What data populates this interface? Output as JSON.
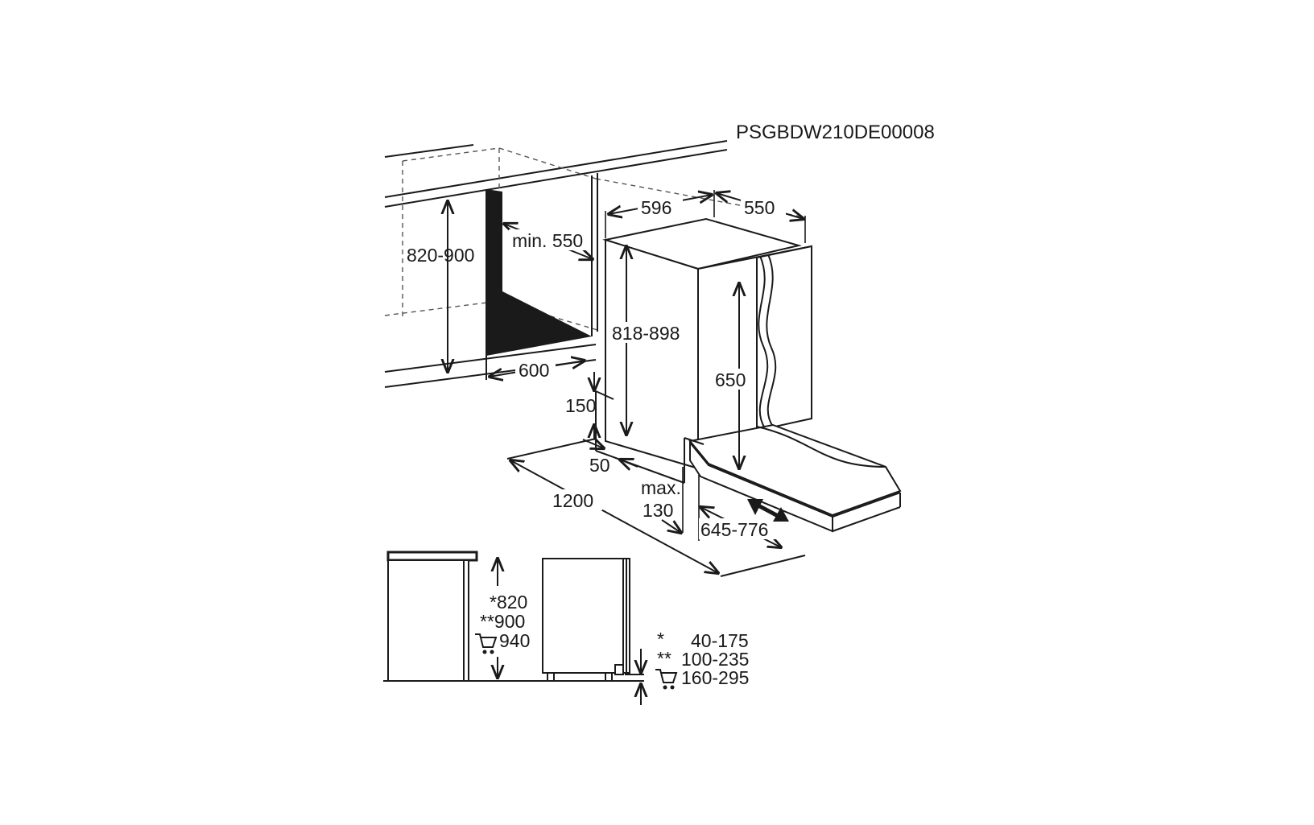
{
  "diagram": {
    "code": "PSGBDW210DE00008",
    "dimensions": {
      "niche_height": "820-900",
      "min_depth": "min. 550",
      "niche_width": "600",
      "appliance_height": "818-898",
      "appliance_width": "596",
      "appliance_depth": "550",
      "door_height": "650",
      "plinth_150": "150",
      "plinth_50": "50",
      "door_opening": "1200",
      "max_label": "max.",
      "max_value": "130",
      "door_adjust": "645-776"
    },
    "side_view": {
      "heights": [
        "*820",
        "**900",
        "940"
      ],
      "legend": [
        {
          "marker": "*",
          "value": "40-175"
        },
        {
          "marker": "**",
          "value": "100-235"
        },
        {
          "marker": "cart",
          "value": "160-295"
        }
      ]
    }
  }
}
